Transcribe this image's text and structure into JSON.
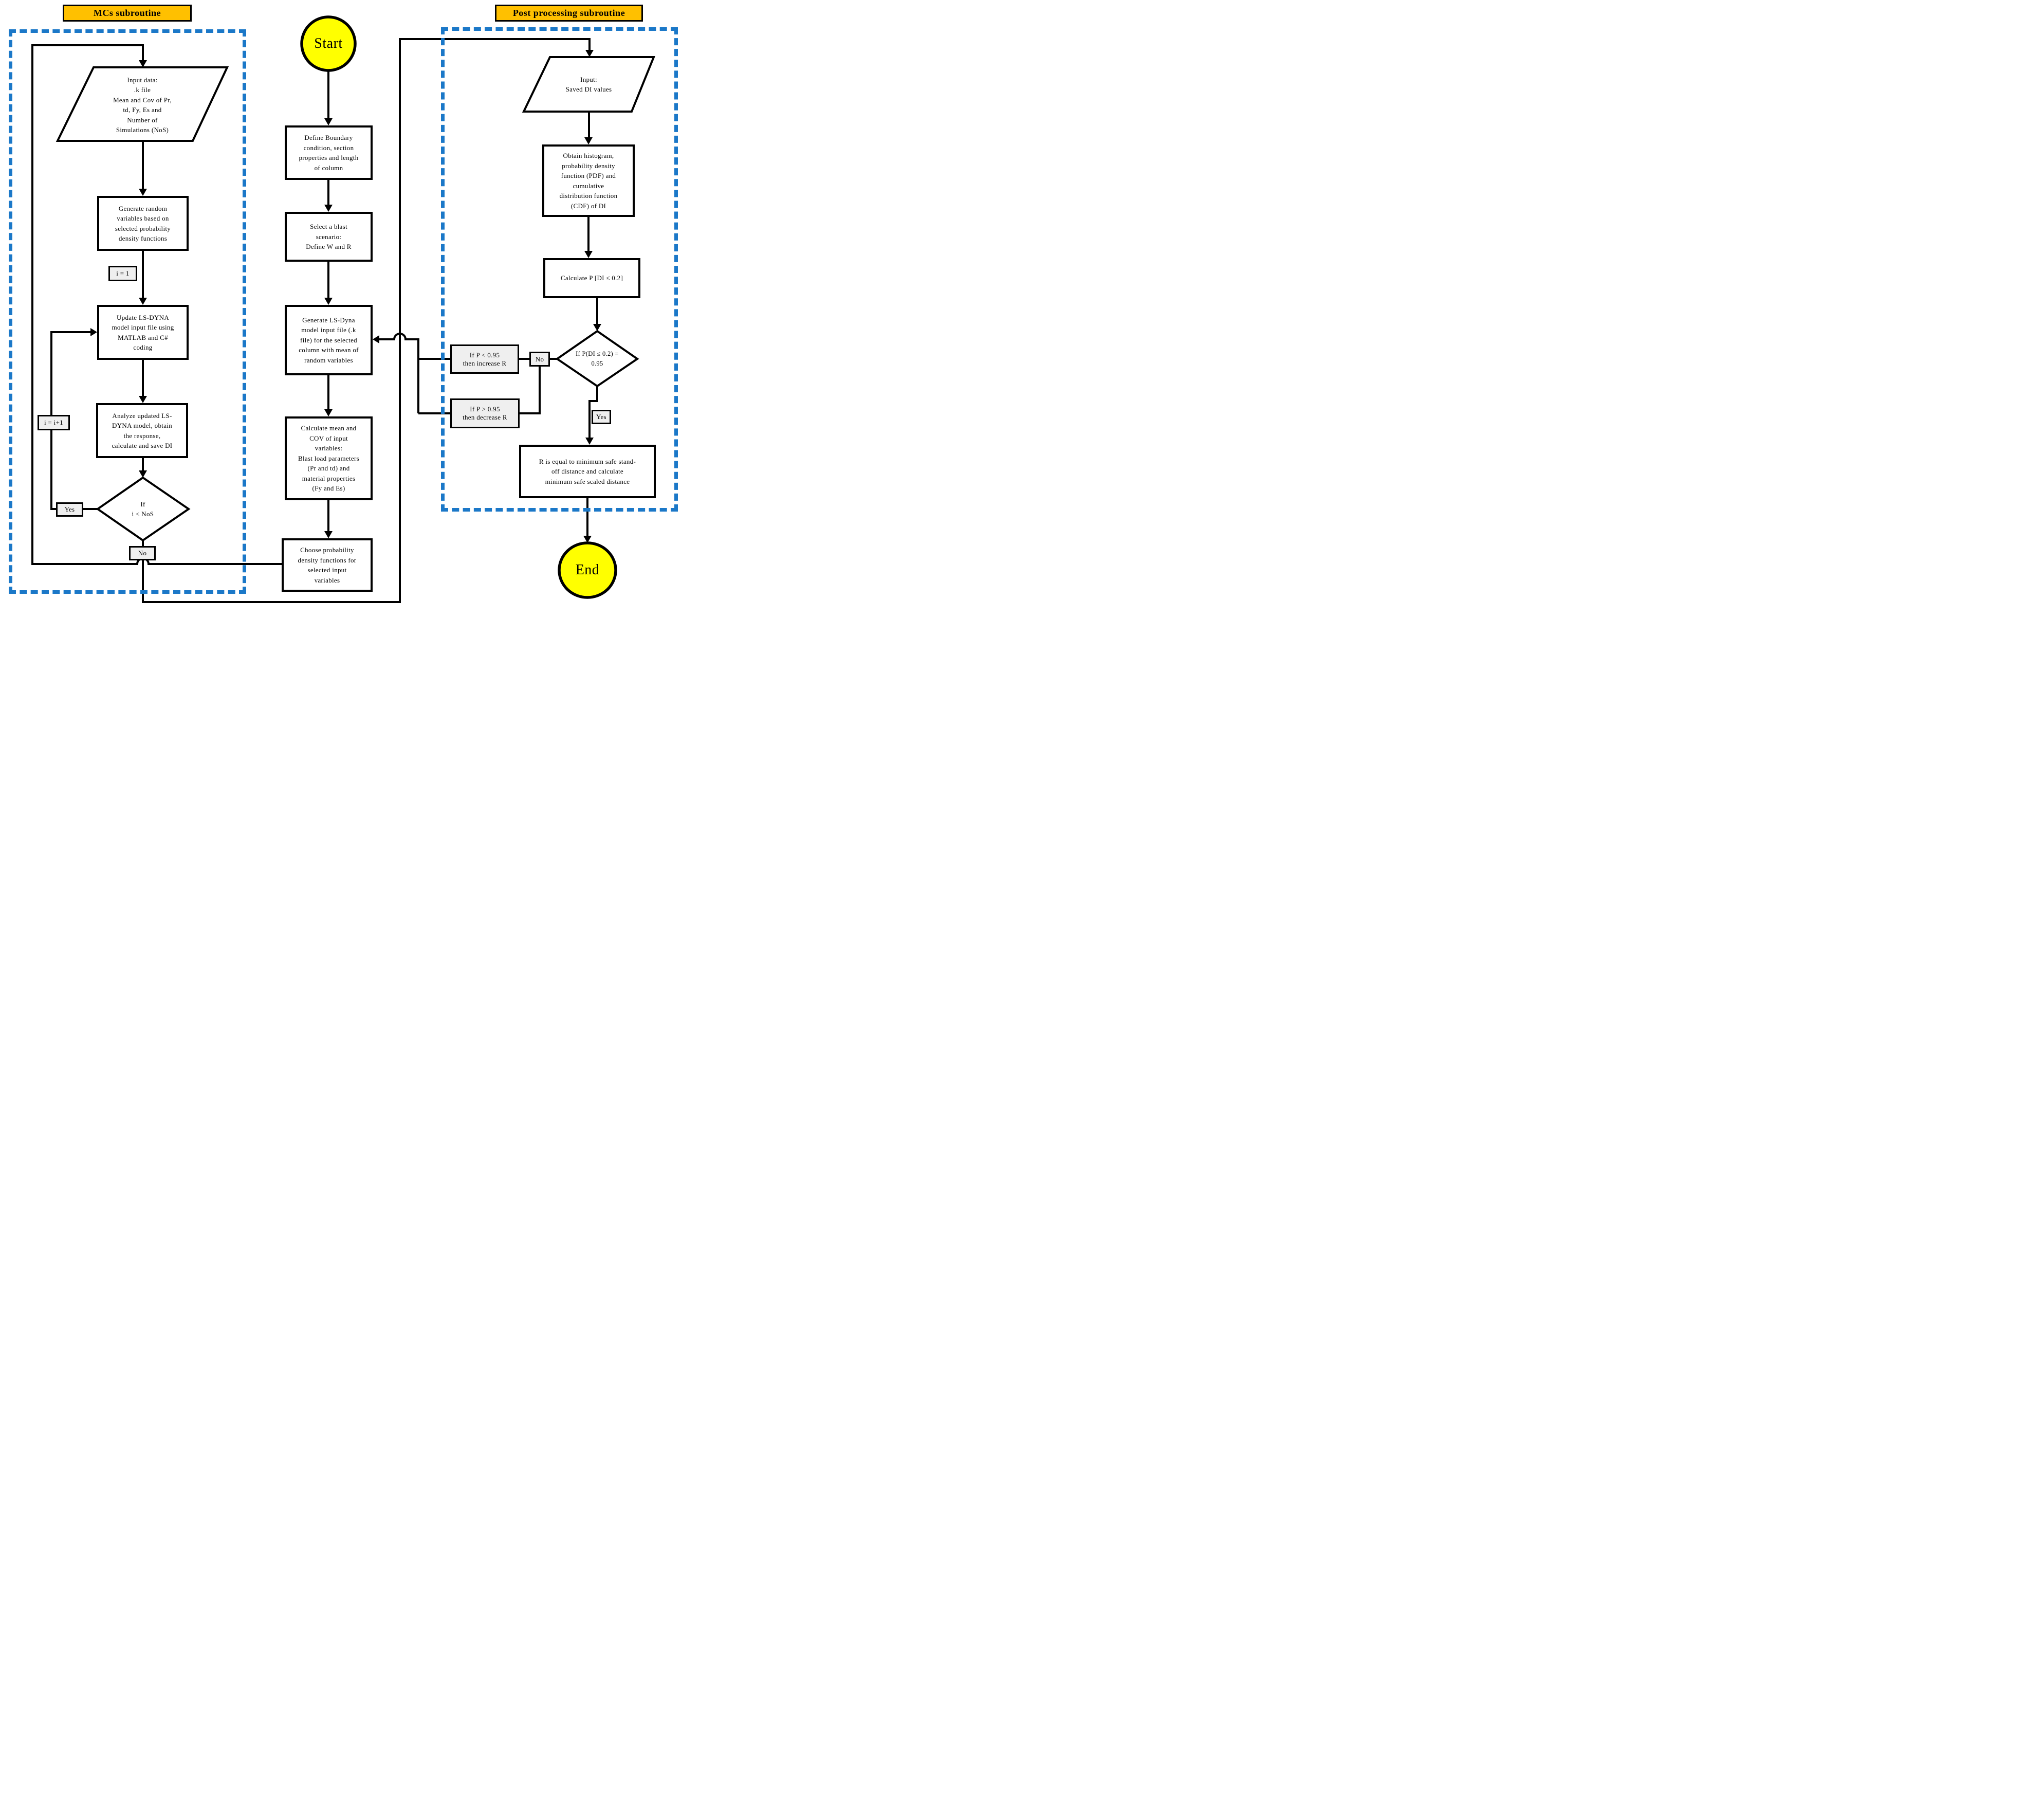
{
  "diagram": {
    "banners": {
      "mcs": "MCs subroutine",
      "post": "Post processing subroutine"
    },
    "terminals": {
      "start": "Start",
      "end": "End"
    },
    "mcs": {
      "input_data": "Input data:\n.k file\nMean and Cov of Pr,\ntd, Fy, Es and\nNumber of\nSimulations (NoS)",
      "gen_random": "Generate random\nvariables based on\nselected probability\ndensity functions",
      "i_init": "i = 1",
      "update": "Update LS-DYNA\nmodel input file using\nMATLAB and C#\ncoding",
      "i_increment": "i = i+1",
      "analyze": "Analyze updated LS-\nDYNA model, obtain\nthe response,\ncalculate and save DI",
      "decision": "If\ni < NoS",
      "yes": "Yes",
      "no": "No"
    },
    "main": {
      "define": "Define Boundary\ncondition, section\nproperties and length\nof column",
      "select": "Select a blast\nscenario:\nDefine W and R",
      "generate": "Generate LS-Dyna\nmodel input file (.k\nfile) for the selected\ncolumn with mean of\nrandom variables",
      "calculate": "Calculate mean and\nCOV of input\nvariables:\nBlast load parameters\n(Pr and td) and\nmaterial properties\n(Fy and Es)",
      "choose": "Choose probability\ndensity functions for\nselected input\nvariables"
    },
    "post": {
      "input_di": "Input:\nSaved DI values",
      "obtain": "Obtain histogram,\nprobability density\nfunction (PDF) and\ncumulative\ndistribution function\n(CDF) of DI",
      "calc_p": "Calculate P [DI ≤ 0.2]",
      "decision": "If P(DI ≤ 0.2) =\n0.95",
      "no": "No",
      "yes": "Yes",
      "if_less": "If P < 0.95\nthen increase R",
      "if_greater": "If P > 0.95\nthen decrease R",
      "final": "R is equal to minimum safe stand-\noff distance and calculate\nminimum safe scaled distance"
    },
    "colors": {
      "banner_fill": "#FFC000",
      "terminal_fill": "#FFFF00",
      "dashed_border": "#1B78C8",
      "label_fill": "#EFEFEF",
      "line": "#000000"
    }
  }
}
